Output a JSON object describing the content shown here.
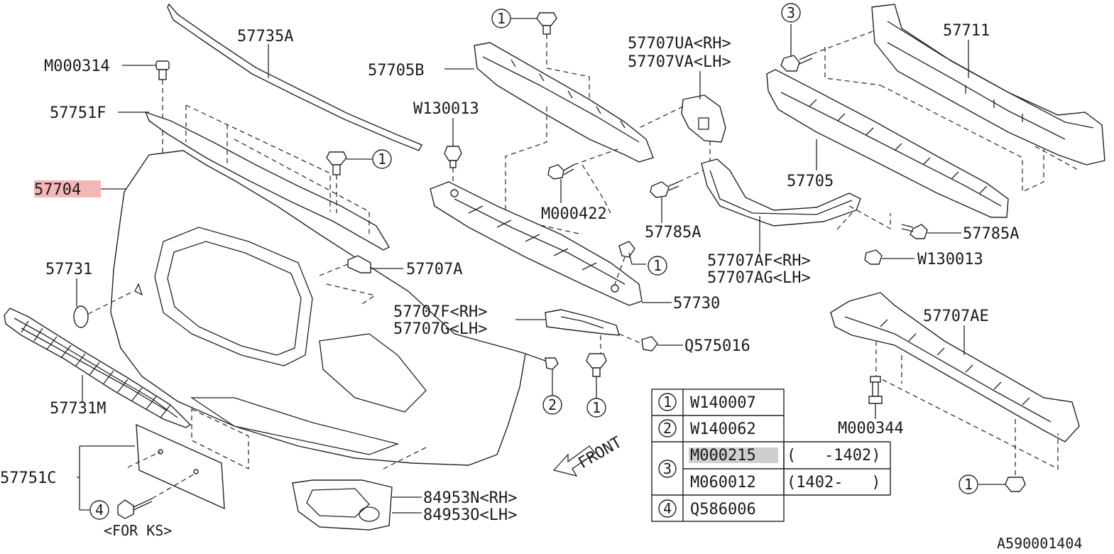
{
  "diagram": {
    "id": "A590001404",
    "labels": {
      "57735A": "57735A",
      "M000314": "M000314",
      "57751F": "57751F",
      "57704": "57704",
      "57731": "57731",
      "57731M": "57731M",
      "57751C": "57751C",
      "for_ks": "<FOR KS>",
      "57705B": "57705B",
      "W130013_top": "W130013",
      "M000422": "M000422",
      "57707A": "57707A",
      "57730": "57730",
      "57707F_RH": "57707F<RH>",
      "57707G_LH": "57707G<LH>",
      "Q575016": "Q575016",
      "84953N_RH": "84953N<RH>",
      "84953O_LH": "84953O<LH>",
      "57707UA_RH": "57707UA<RH>",
      "57707VA_LH": "57707VA<LH>",
      "57785A_mid": "57785A",
      "57707AF_RH": "57707AF<RH>",
      "57707AG_LH": "57707AG<LH>",
      "57711": "57711",
      "57705": "57705",
      "57785A_right": "57785A",
      "W130013_right": "W130013",
      "57707AE": "57707AE",
      "M000344": "M000344",
      "front": "FRONT"
    },
    "callouts": {
      "c1": "1",
      "c2": "2",
      "c3": "3",
      "c4": "4"
    },
    "legend": [
      {
        "num": "1",
        "part": "W140007",
        "range": ""
      },
      {
        "num": "2",
        "part": "W140062",
        "range": ""
      },
      {
        "num": "3",
        "part": "M000215",
        "range": "(   -1402)"
      },
      {
        "num": "3",
        "part": "M060012",
        "range": "(1402-   )"
      },
      {
        "num": "4",
        "part": "Q586006",
        "range": ""
      }
    ],
    "highlight_color": "#f4b6b6",
    "table_highlight_color": "#cfcfcf"
  }
}
